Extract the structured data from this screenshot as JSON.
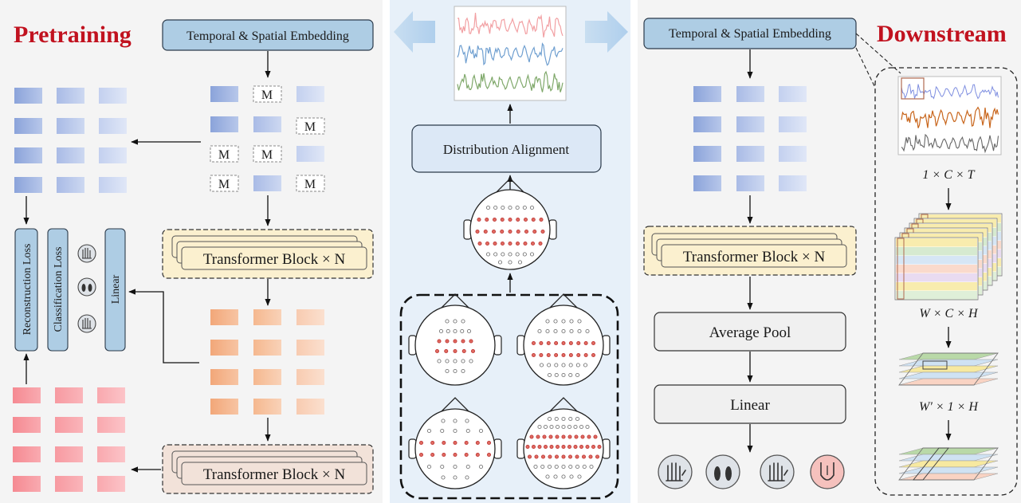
{
  "titles": {
    "left": "Pretraining",
    "right": "Downstream"
  },
  "pretraining": {
    "embedding": "Temporal & Spatial Embedding",
    "mask_token": "M",
    "transformer1": "Transformer Block × N",
    "transformer2": "Transformer Block × N",
    "reconstruction_loss": "Reconstruction Loss",
    "classification_loss": "Classification Loss",
    "linear": "Linear"
  },
  "center": {
    "distribution_alignment": "Distribution  Alignment"
  },
  "downstream": {
    "embedding": "Temporal & Spatial Embedding",
    "transformer": "Transformer Block × N",
    "average_pool": "Average Pool",
    "linear": "Linear",
    "dims": [
      "1 × C × T",
      "W × C × H",
      "W′ × 1 × H"
    ]
  },
  "colors": {
    "blue_token": "#8aa2d9",
    "orange_token": "#f2a97a",
    "red_token": "#f68f96",
    "embed_box": "#aecde4",
    "transformer_box": "#fbf0cf",
    "center_bg": "#e7f0f9",
    "side_bg": "#f4f4f4"
  }
}
